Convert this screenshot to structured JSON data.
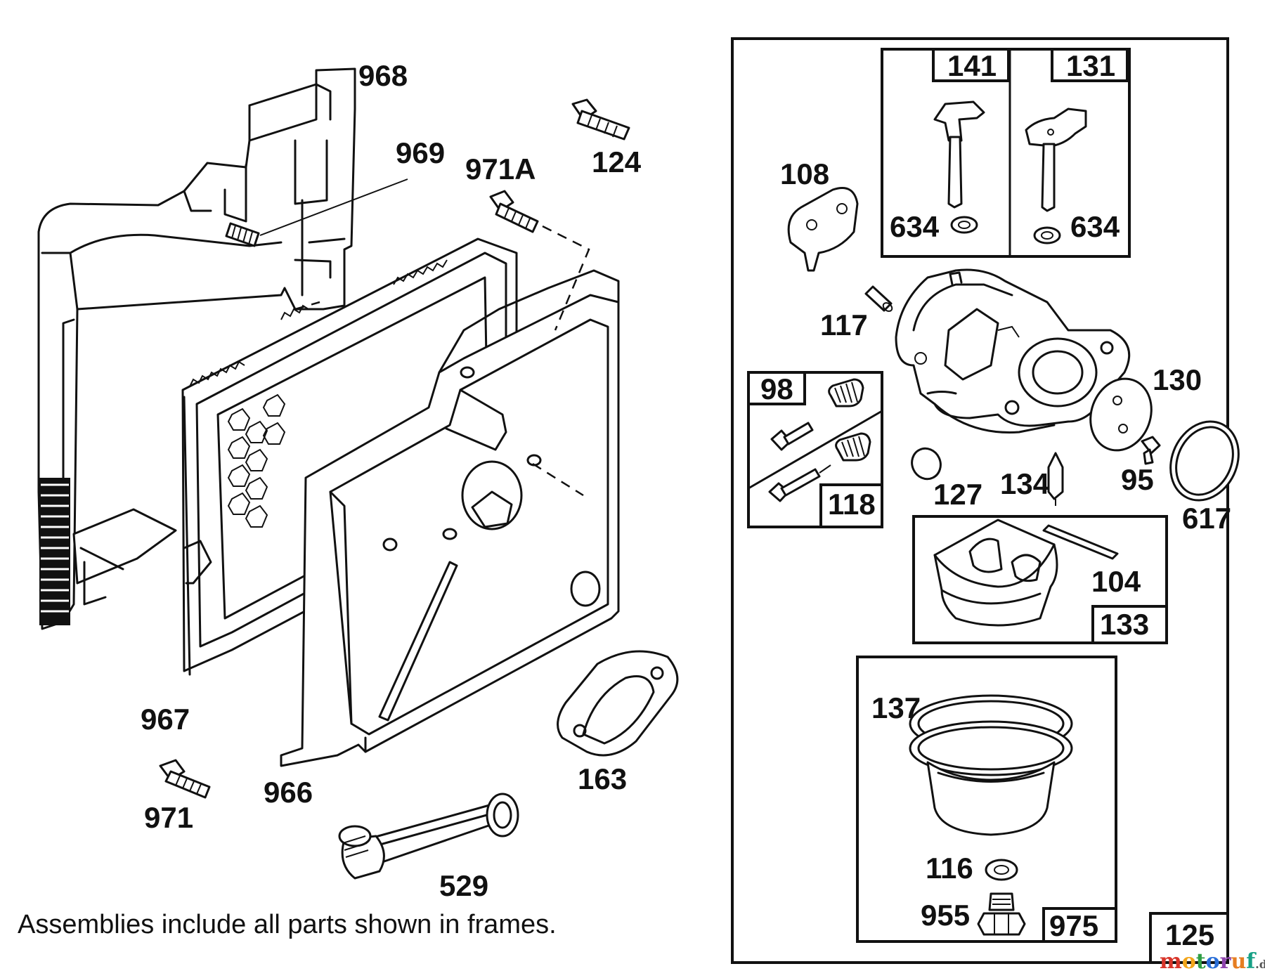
{
  "labels": {
    "p968": "968",
    "p969": "969",
    "p971A": "971A",
    "p124": "124",
    "p967": "967",
    "p966": "966",
    "p971": "971",
    "p163": "163",
    "p529": "529",
    "p108": "108",
    "p141": "141",
    "p131": "131",
    "p634a": "634",
    "p634b": "634",
    "p117": "117",
    "p98": "98",
    "p118": "118",
    "p130": "130",
    "p127": "127",
    "p134": "134",
    "p95": "95",
    "p617": "617",
    "p104": "104",
    "p133": "133",
    "p137": "137",
    "p116": "116",
    "p955": "955",
    "p975": "975",
    "p125": "125"
  },
  "caption": "Assemblies include all parts shown in frames.",
  "watermark": {
    "name": "motoruf",
    "suffix": ".de",
    "colors": [
      "#d8352a",
      "#f2a51a",
      "#2f9e44",
      "#2a6fd8",
      "#8e44ad",
      "#e67e22",
      "#16a085"
    ]
  }
}
